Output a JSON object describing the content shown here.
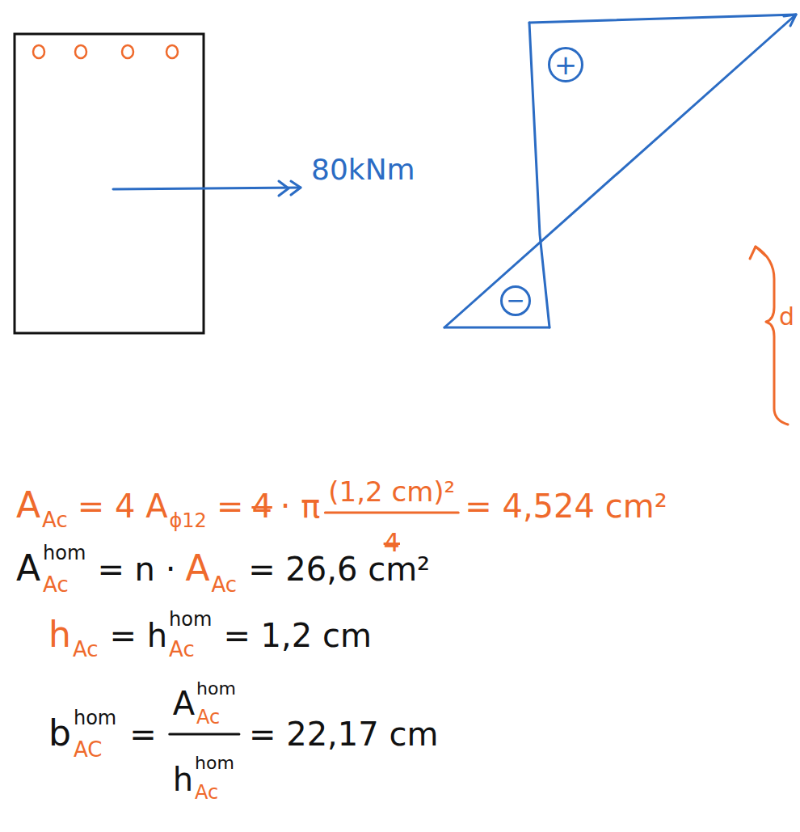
{
  "diagram": {
    "nodes": [
      {
        "text": [
          "+"
        ]
      },
      {
        "text": [
          "−"
        ]
      }
    ],
    "labels": [
      "80kNm",
      "A",
      "Ac",
      "= 4 A",
      "ϕ12",
      "=",
      "4",
      "· π",
      "(1,2 cm)²",
      "4",
      "= 4,524 cm²",
      "A",
      "hom",
      "Ac",
      "= n ·",
      "A",
      "Ac",
      "= 26,6 cm²",
      "h",
      "Ac",
      "= h",
      "hom",
      "Ac",
      "= 1,2 cm",
      "b",
      "hom",
      "AC",
      "=",
      "A",
      "hom",
      "Ac",
      "h",
      "hom",
      "Ac",
      "= 22,17 cm",
      "d"
    ]
  }
}
